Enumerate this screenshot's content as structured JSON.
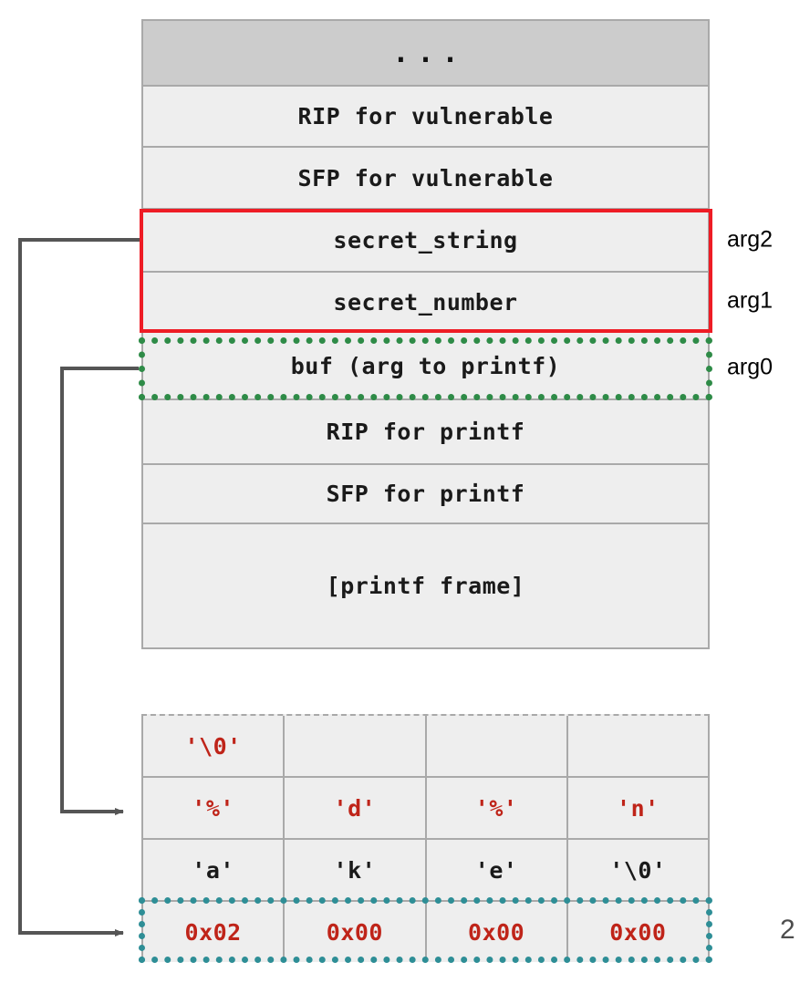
{
  "slide": {
    "page_number": "2",
    "colors": {
      "cell_fill": "#eeeeee",
      "ellipsis_fill": "#cccccc",
      "border_gray": "#a9a9a9",
      "highlight_red": "#ee1c25",
      "highlight_green": "#2e8b47",
      "highlight_teal": "#2e8e96",
      "text_red": "#bf2419",
      "text_black": "#1a1a1a",
      "arrow_gray": "#555555"
    }
  },
  "stack": {
    "name": "stack-diagram",
    "rows": [
      {
        "label": "...",
        "kind": "ellipsis"
      },
      {
        "label": "RIP for vulnerable",
        "kind": "normal"
      },
      {
        "label": "SFP for vulnerable",
        "kind": "normal"
      },
      {
        "label": "secret_string",
        "kind": "normal"
      },
      {
        "label": "secret_number",
        "kind": "normal"
      },
      {
        "label": "buf (arg to printf)",
        "kind": "normal"
      },
      {
        "label": "RIP for printf",
        "kind": "normal"
      },
      {
        "label": "SFP for printf",
        "kind": "normal"
      },
      {
        "label": "[printf frame]",
        "kind": "normal"
      }
    ],
    "highlights": [
      {
        "name": "red-box",
        "covers": [
          "secret_string",
          "secret_number"
        ],
        "color": "#ee1c25",
        "style": "solid"
      },
      {
        "name": "green-box",
        "covers": [
          "buf (arg to printf)"
        ],
        "color": "#2e8b47",
        "style": "dotted"
      }
    ]
  },
  "arg_labels": [
    {
      "text": "arg2",
      "row": "secret_string"
    },
    {
      "text": "arg1",
      "row": "secret_number"
    },
    {
      "text": "arg0",
      "row": "buf (arg to printf)"
    }
  ],
  "buffer": {
    "name": "buffer-bytes-table",
    "rows": [
      {
        "cells": [
          {
            "text": "'\\0'",
            "color": "red"
          },
          {
            "text": "",
            "color": "none"
          },
          {
            "text": "",
            "color": "none"
          },
          {
            "text": "",
            "color": "none"
          }
        ]
      },
      {
        "cells": [
          {
            "text": "'%'",
            "color": "red"
          },
          {
            "text": "'d'",
            "color": "red"
          },
          {
            "text": "'%'",
            "color": "red"
          },
          {
            "text": "'n'",
            "color": "red"
          }
        ]
      },
      {
        "cells": [
          {
            "text": "'a'",
            "color": "black"
          },
          {
            "text": "'k'",
            "color": "black"
          },
          {
            "text": "'e'",
            "color": "black"
          },
          {
            "text": "'\\0'",
            "color": "black"
          }
        ]
      },
      {
        "cells": [
          {
            "text": "0x02",
            "color": "red"
          },
          {
            "text": "0x00",
            "color": "red"
          },
          {
            "text": "0x00",
            "color": "red"
          },
          {
            "text": "0x00",
            "color": "red"
          }
        ]
      }
    ],
    "highlights": [
      {
        "name": "teal-box",
        "covers_row_index": 3,
        "color": "#2e8e96",
        "style": "dotted"
      }
    ]
  },
  "connectors": [
    {
      "name": "secret-string-to-address-bytes",
      "from": "secret_string",
      "to": "buffer row 4 (0x02 0x00 0x00 0x00)"
    },
    {
      "name": "buf-to-format-string",
      "from": "buf (arg to printf)",
      "to": "buffer row 2 ('%' 'd' '%' 'n')"
    }
  ]
}
